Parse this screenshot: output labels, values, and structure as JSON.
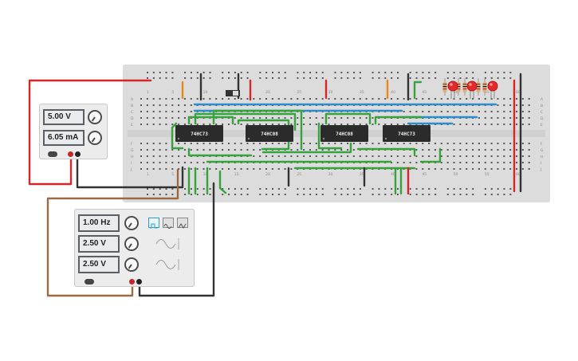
{
  "breadboard": {
    "column_numbers": [
      "1",
      "5",
      "10",
      "15",
      "20",
      "25",
      "30",
      "35",
      "40",
      "45",
      "50",
      "55",
      "60"
    ],
    "row_letters_top": [
      "A",
      "B",
      "C",
      "D",
      "E"
    ],
    "row_letters_bottom": [
      "F",
      "G",
      "H",
      "I",
      "J"
    ]
  },
  "chips": [
    {
      "label": "74HC73"
    },
    {
      "label": "74HC08"
    },
    {
      "label": "74HC08"
    },
    {
      "label": "74HC73"
    }
  ],
  "power_supply": {
    "voltage": "5.00 V",
    "current": "6.05 mA"
  },
  "function_generator": {
    "frequency": "1.00 Hz",
    "amplitude": "2.50 V",
    "offset": "2.50 V",
    "waveforms": [
      "square-wave-icon",
      "sawtooth-wave-icon",
      "triangle-wave-icon"
    ],
    "selected_waveform": "square-wave-icon"
  },
  "colors": {
    "breadboard": "#dcdcdc",
    "wire_green": "#37a33d",
    "wire_red": "#d8252c",
    "wire_black": "#333333",
    "wire_orange": "#e08a1e",
    "wire_blue": "#2d8cc9",
    "wire_brown": "#9b6a44",
    "led_red": "#e32a2a"
  }
}
